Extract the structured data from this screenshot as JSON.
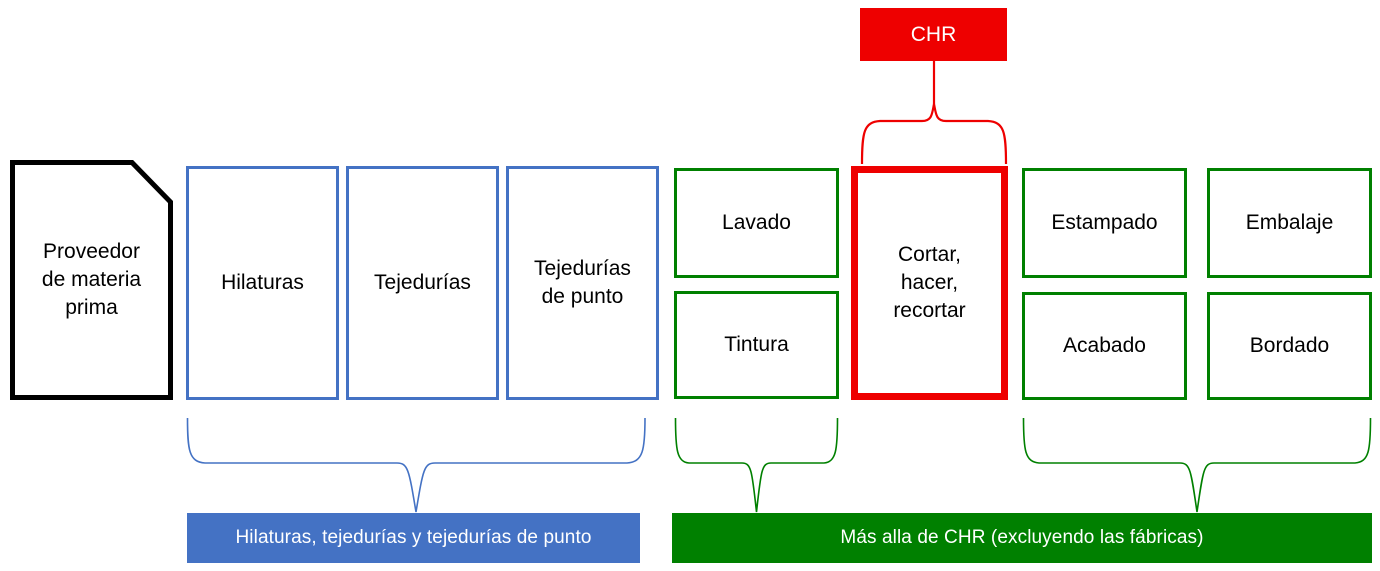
{
  "diagram": {
    "title_chip": {
      "label": "CHR",
      "color": "#EE0000"
    },
    "stages": [
      {
        "id": "supplier",
        "label": "Proveedor\nde materia\nprima",
        "shape": "document",
        "color": "#000000"
      },
      {
        "id": "spinning",
        "label": "Hilaturas",
        "shape": "rect",
        "color": "#4472C4"
      },
      {
        "id": "weaving",
        "label": "Tejedurías",
        "shape": "rect",
        "color": "#4472C4"
      },
      {
        "id": "knitting",
        "label": "Tejedurías\nde punto",
        "shape": "rect",
        "color": "#4472C4"
      },
      {
        "id": "washing",
        "label": "Lavado",
        "shape": "rect",
        "color": "#008000"
      },
      {
        "id": "dyeing",
        "label": "Tintura",
        "shape": "rect",
        "color": "#008000"
      },
      {
        "id": "cmt",
        "label": "Cortar,\nhacer,\nrecortar",
        "shape": "rect",
        "color": "#EE0000"
      },
      {
        "id": "printing",
        "label": "Estampado",
        "shape": "rect",
        "color": "#008000"
      },
      {
        "id": "packaging",
        "label": "Embalaje",
        "shape": "rect",
        "color": "#008000"
      },
      {
        "id": "finishing",
        "label": "Acabado",
        "shape": "rect",
        "color": "#008000"
      },
      {
        "id": "embroidery",
        "label": "Bordado",
        "shape": "rect",
        "color": "#008000"
      }
    ],
    "banners": [
      {
        "id": "banner-mills",
        "label": "Hilaturas, tejedurías y tejedurías de punto",
        "color": "#4472C4"
      },
      {
        "id": "banner-beyond",
        "label": "Más alla de CHR (excluyendo las fábricas)",
        "color": "#008000"
      }
    ],
    "braces": [
      {
        "id": "brace-mills",
        "color": "#4472C4",
        "direction": "down"
      },
      {
        "id": "brace-wetproc",
        "color": "#008000",
        "direction": "down"
      },
      {
        "id": "brace-finish",
        "color": "#008000",
        "direction": "down"
      },
      {
        "id": "brace-chr",
        "color": "#EE0000",
        "direction": "up"
      }
    ]
  }
}
